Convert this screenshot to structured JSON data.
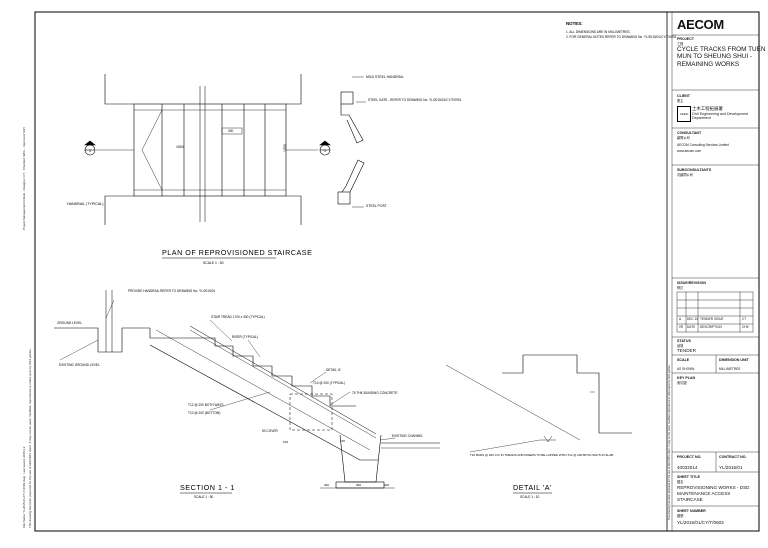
{
  "notes": {
    "heading": "NOTES:",
    "items": [
      "1.  ALL DIMENSIONS ARE IN MILLIMETRES.",
      "2.  FOR GENERAL NOTES REFER TO DRAWING No. YL/2015/01/CY/T/0001."
    ]
  },
  "plan": {
    "title": "PLAN OF REPROVISIONED STAIRCASE",
    "scale": "SCALE 1 : 50",
    "labels": {
      "handrail": "HANDRAIL (TYPICAL)",
      "dim_left": "1500",
      "dim_right": "1500",
      "dim_mid": "300",
      "handrail_detail": "MILD STEEL HANDRAIL",
      "gate_detail": "STEEL GATE - REFER TO DRAWING No. YL/2015/01/CY/T/0901",
      "post": "STEEL POST",
      "section_marker": "1"
    }
  },
  "section": {
    "title": "SECTION 1 - 1",
    "scale": "SCALE 1 : 50",
    "labels": {
      "handrail_note": "PROVIDE HANDRAIL REFER TO DRAWING No. YL/2015/01",
      "ground_level": "GROUND LEVEL",
      "existing_ground": "EXISTING GROUND LEVEL",
      "stair_tread": "STAIR TREAD 1700 x 300 (TYPICAL)",
      "riser": "RISER (TYPICAL)",
      "detail_a": "DETAIL 'A'",
      "rebar1": "T10 @ 200 (TYPICAL)",
      "rebar2": "T12 @ 200 BOTH WAYS",
      "rebar3": "T10 @ 200 (BOTTOM)",
      "cover": "50 COVER",
      "blinding": "75 THK BLINDING CONCRETE",
      "existing_channel": "EXISTING CHANNEL",
      "dim1": "400",
      "dim2": "300",
      "dim3": "200",
      "dim4": "100",
      "dim5": "150"
    }
  },
  "detail": {
    "title": "DETAIL 'A'",
    "scale": "SCALE 1 : 10",
    "note": "T10 BARS @ 200 C/C IN TREADS AND RISERS TO BE LAPPED WITH T12 @ 200 BOTH WAYS IN SLAB."
  },
  "title_block": {
    "logo": "AECOM",
    "project_label": "PROJECT",
    "project_sub": "工程",
    "project_title": "CYCLE TRACKS FROM TUEN MUN TO SHEUNG SHUI - REMAINING WORKS",
    "client_label": "CLIENT",
    "client_sub": "業主",
    "client_name_cn": "土木工程拓展署",
    "client_name_en": "Civil Engineering and Development Department",
    "consultant_label": "CONSULTANT",
    "consultant_sub": "顧問公司",
    "consultant_name": "AECOM Consulting Services Limited",
    "consultant_web": "www.aecom.com",
    "subconsultants_label": "SUBCONSULTANTS",
    "subconsultants_sub": "次顧問公司",
    "issue_label": "ISSUE/REVISION",
    "issue_sub": "修訂",
    "revision_rows": [
      {
        "rev": "A",
        "date": "DEC 15",
        "desc": "TENDER ISSUE",
        "by": "CT"
      },
      {
        "rev": "I/R",
        "date": "DATE",
        "desc": "DESCRIPTION",
        "by": "CHK"
      }
    ],
    "status_label": "STATUS",
    "status_sub": "狀態",
    "status_value": "TENDER",
    "scale_label": "SCALE",
    "scale_value": "AS SHOWN",
    "dimension_label": "DIMENSION UNIT",
    "dimension_value": "MILLIMETRES",
    "keyplan_label": "KEY PLAN",
    "keyplan_sub": "索引圖",
    "project_no_label": "PROJECT NO.",
    "project_no_value": "40032014",
    "contract_no_label": "CONTRACT NO.",
    "contract_no_value": "YL/2015/01",
    "sheet_title_label": "SHEET TITLE",
    "sheet_title_sub": "圖名",
    "sheet_title_value": "REPROVISIONING WORKS - DSD MAINTENANCE ACCESS STAIRCASE",
    "sheet_number_label": "SHEET NUMBER",
    "sheet_number_sub": "圖號",
    "sheet_number_value": "YL/2015/01/CY/T/0603"
  },
  "sidebar": {
    "top_text": "Project Management Initials · Designer: CT · Checked: WOL · Approved: MLY",
    "bottom_text": "File Name: YL2015-01-CY-T-0603.dwg · Last saved: 2015-12",
    "path_text": "This drawing has been prepared for the use of AECOM's client. It may not be used, modified, reproduced or relied upon by third parties."
  }
}
